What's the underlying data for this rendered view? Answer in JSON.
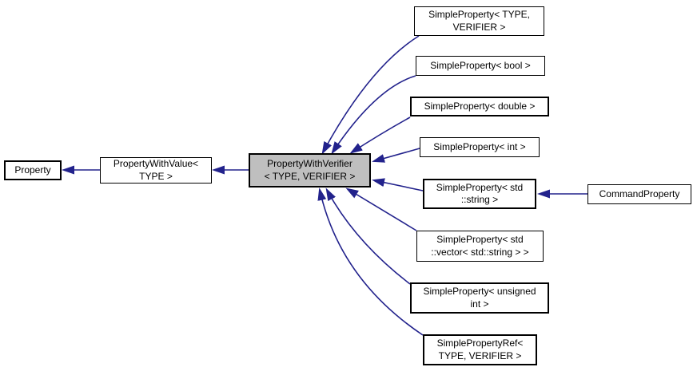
{
  "diagram": {
    "type": "class-inheritance-graph",
    "nodes": {
      "property": {
        "label": "Property"
      },
      "property_with_value": {
        "label": "PropertyWithValue<\nTYPE >"
      },
      "property_with_verifier": {
        "label": "PropertyWithVerifier\n< TYPE, VERIFIER >"
      },
      "simple_type_verifier": {
        "label": "SimpleProperty< TYPE,\nVERIFIER >"
      },
      "simple_bool": {
        "label": "SimpleProperty< bool >"
      },
      "simple_double": {
        "label": "SimpleProperty< double >"
      },
      "simple_int": {
        "label": "SimpleProperty< int >"
      },
      "simple_string": {
        "label": "SimpleProperty< std\n::string >"
      },
      "simple_vector": {
        "label": "SimpleProperty< std\n::vector< std::string > >"
      },
      "simple_unsigned": {
        "label": "SimpleProperty< unsigned\nint >"
      },
      "simple_ref": {
        "label": "SimplePropertyRef<\nTYPE, VERIFIER >"
      },
      "command_property": {
        "label": "CommandProperty"
      }
    },
    "colors": {
      "arrow": "#22228c",
      "node_border": "#000000",
      "node_fill": "#ffffff",
      "highlight_fill": "#bfbfbf",
      "background": "#ffffff",
      "text": "#000000"
    }
  }
}
